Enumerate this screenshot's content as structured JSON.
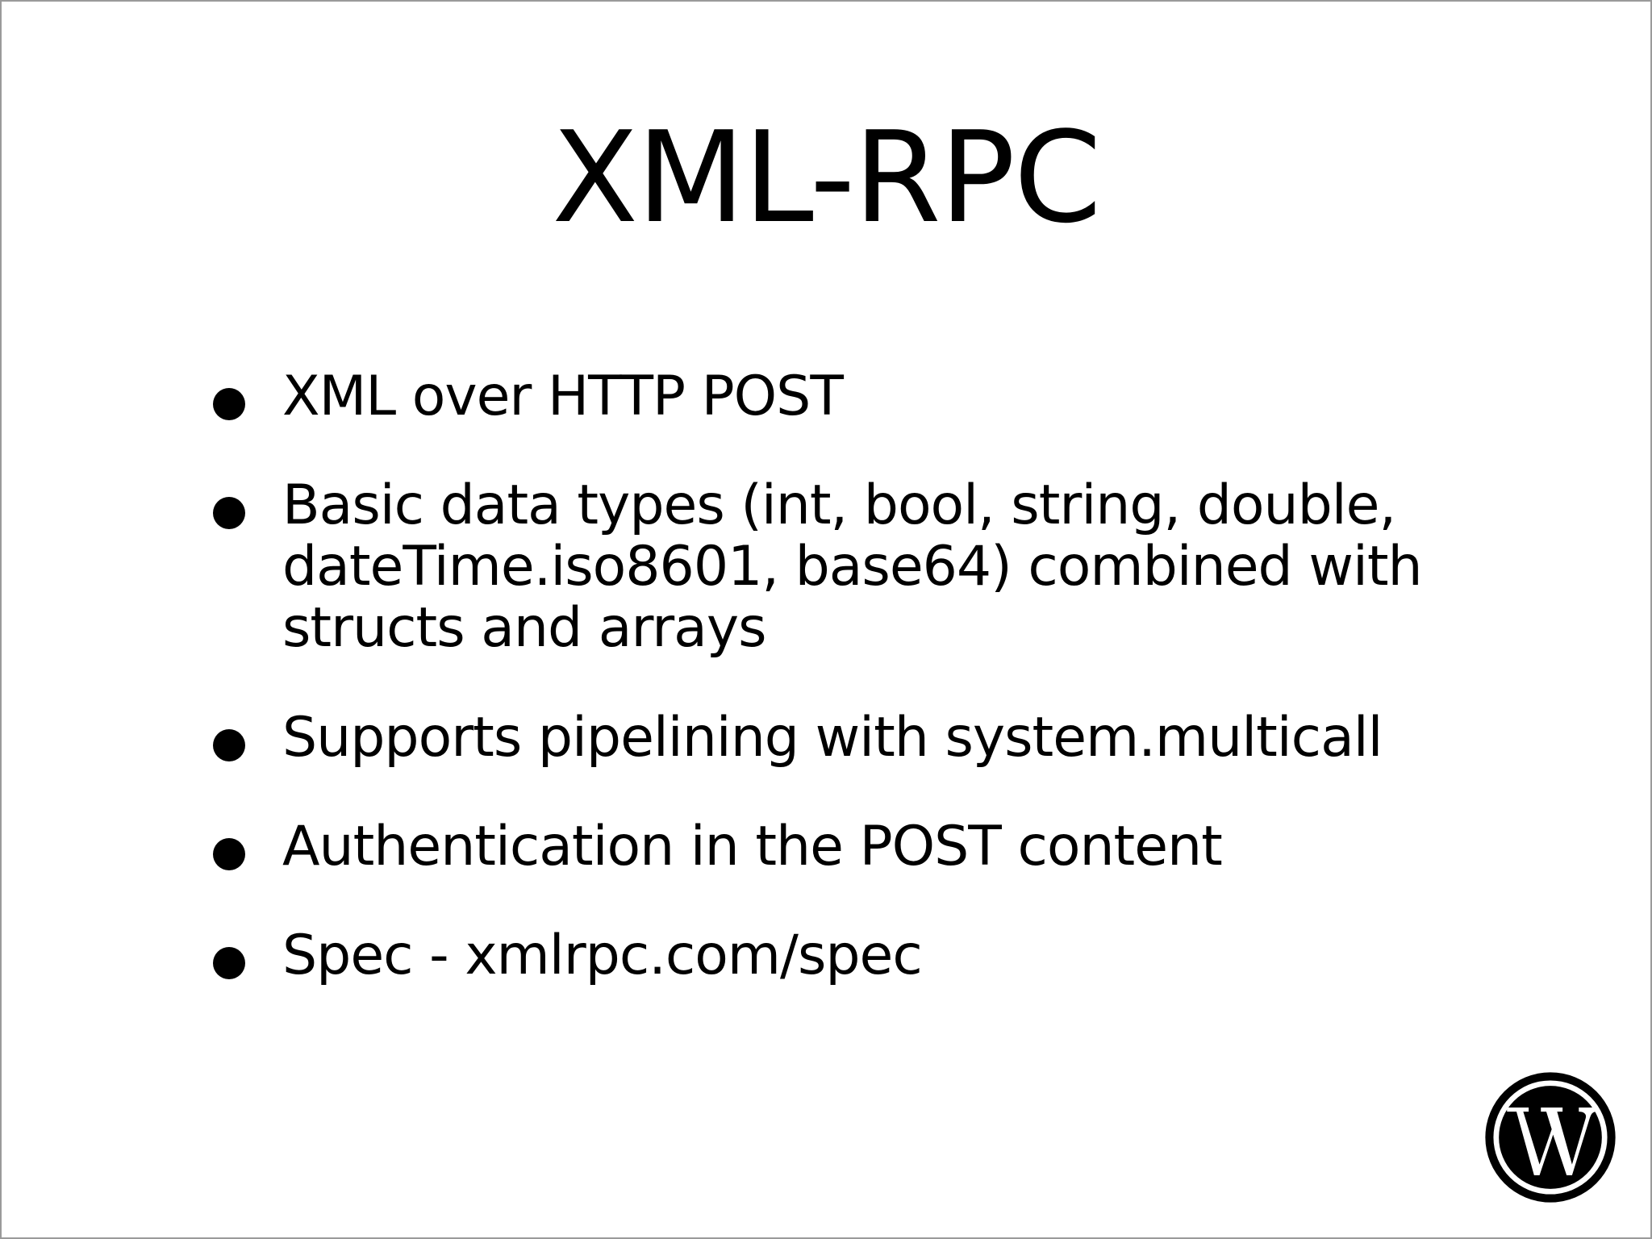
{
  "slide": {
    "title": "XML-RPC",
    "bullets": [
      "XML over HTTP POST",
      "Basic data types (int, bool, string, double, dateTime.iso8601,  base64) combined with structs and arrays",
      "Supports pipelining with system.multicall",
      "Authentication in the POST content",
      "Spec - xmlrpc.com/spec"
    ],
    "logo_icon": "wordpress-logo-icon"
  }
}
